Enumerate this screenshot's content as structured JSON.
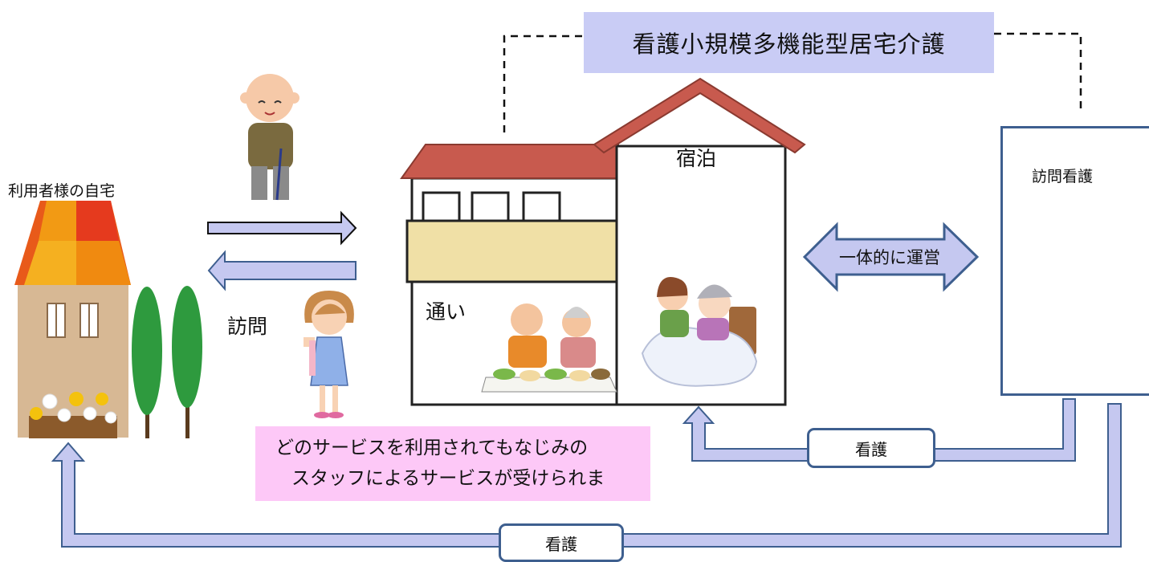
{
  "title": "看護小規模多機能型居宅介護",
  "labels": {
    "home": "利用者様の自宅",
    "visit": "訪問",
    "day_service": "通い",
    "overnight": "宿泊",
    "home_nursing": "訪問看護",
    "integrated_operation": "一体的に運営"
  },
  "message": {
    "line1": "どのサービスを利用されてもなじみの",
    "line2": "スタッフによるサービスが受けられま"
  },
  "nursing_buttons": {
    "upper": "看護",
    "lower": "看護"
  },
  "colors": {
    "title_bg": "#c9ccf5",
    "arrow_fill": "#c5c8f0",
    "arrow_stroke": "#3e5f8f",
    "message_bg": "#fdc8f7",
    "roof": "#c85a4e",
    "tree": "#2e9a3e"
  },
  "icons": [
    "elderly-man-illustration",
    "caregiver-woman-illustration",
    "nurse-illustration",
    "dining-elderly-illustration",
    "bed-care-illustration",
    "house-icon",
    "tree-icon",
    "flower-icon"
  ]
}
